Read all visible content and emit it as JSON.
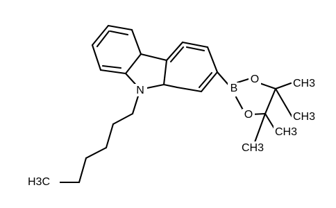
{
  "diagram": {
    "type": "chemical-structure",
    "atom_labels": {
      "nitrogen": "N",
      "boron": "B",
      "oxygen_top": "O",
      "oxygen_bottom": "O",
      "methyl_1": "CH3",
      "methyl_2": "CH3",
      "methyl_3": "CH3",
      "methyl_4": "CH3",
      "terminal_methyl": "H3C"
    }
  }
}
